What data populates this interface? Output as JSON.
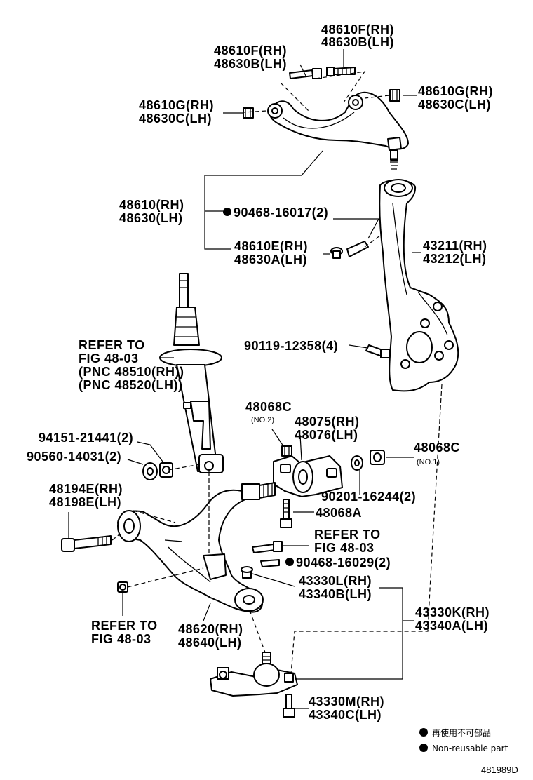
{
  "labels": {
    "uc_bolt_top": [
      "48610F(RH)",
      "48630B(LH)"
    ],
    "uc_bolt_left": [
      "48610F(RH)",
      "48630B(LH)"
    ],
    "uc_nut_left": [
      "48610G(RH)",
      "48630C(LH)"
    ],
    "uc_nut_right": [
      "48610G(RH)",
      "48630C(LH)"
    ],
    "upper_arm": [
      "48610(RH)",
      "48630(LH)"
    ],
    "upper_nut": "90468-16017(2)",
    "upper_bushing": [
      "48610E(RH)",
      "48630A(LH)"
    ],
    "knuckle": [
      "43211(RH)",
      "43212(LH)"
    ],
    "knuckle_bolt": "90119-12358(4)",
    "strut_ref": [
      "REFER TO",
      "FIG 48-03",
      "(PNC 48510(RH))",
      "(PNC 48520(LH))"
    ],
    "nut_48068c_no2": "48068C",
    "no2": "(NO.2)",
    "bush_lower": [
      "48075(RH)",
      "48076(LH)"
    ],
    "nut_48068c_no1": "48068C",
    "no1": "(NO.1)",
    "washer_9415": "94151-21441(2)",
    "washer_9056": "90560-14031(2)",
    "bolt_48194": [
      "48194E(RH)",
      "48198E(LH)"
    ],
    "washer_90201": "90201-16244(2)",
    "bolt_48068a": "48068A",
    "refer_right": [
      "REFER TO",
      "FIG 48-03"
    ],
    "nut_90468_lower": "90468-16029(2)",
    "bj_43330l": [
      "43330L(RH)",
      "43340B(LH)"
    ],
    "bj_43330k": [
      "43330K(RH)",
      "43340A(LH)"
    ],
    "refer_left": [
      "REFER TO",
      "FIG 48-03"
    ],
    "lower_arm": [
      "48620(RH)",
      "48640(LH)"
    ],
    "bj_43330m": [
      "43330M(RH)",
      "43340C(LH)"
    ]
  },
  "legend": {
    "jp": "再使用不可部品",
    "en": "Non-reusable part"
  },
  "figure_no": "481989D"
}
